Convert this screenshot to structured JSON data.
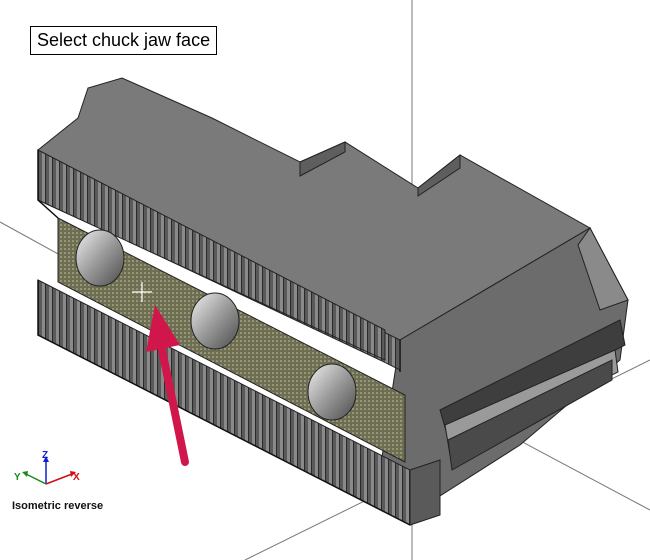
{
  "prompt": {
    "text": "Select chuck jaw face"
  },
  "view": {
    "name": "Isometric reverse"
  },
  "triad": {
    "x_label": "X",
    "y_label": "Y",
    "z_label": "Z",
    "x_color": "#d01010",
    "y_color": "#1a8a1a",
    "z_color": "#1020d0"
  },
  "model": {
    "part": "chuck jaw",
    "highlight_color": "#7a7a5a",
    "arrow_color": "#d0164a"
  }
}
